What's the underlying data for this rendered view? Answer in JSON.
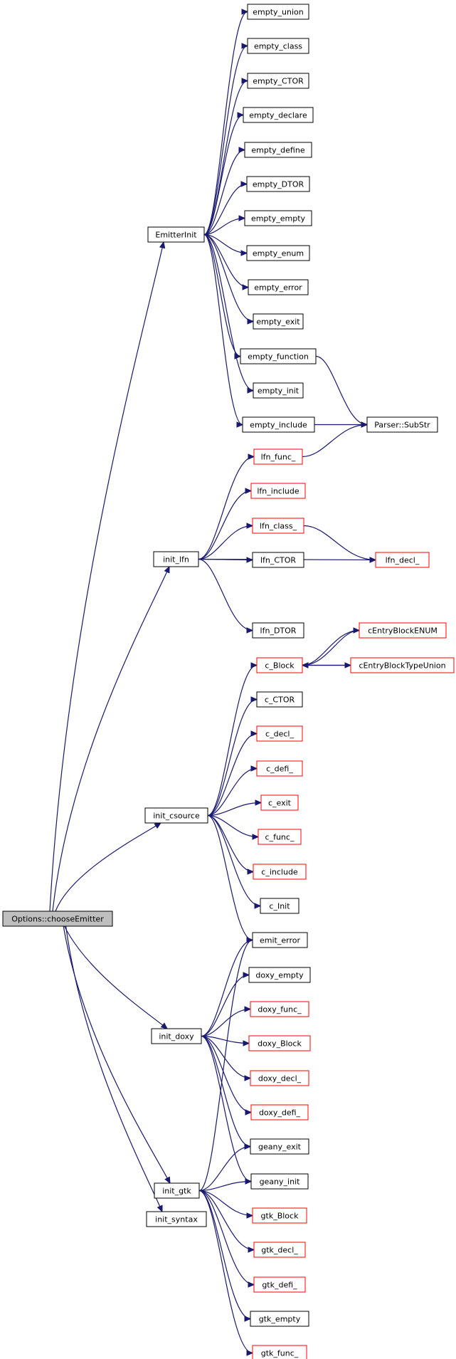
{
  "colors": {
    "edge": "#191970",
    "node_border": "#000000",
    "node_border_undocumented": "#ff0000",
    "root_fill": "#bfbfbf"
  },
  "nodes": {
    "root": "Options::chooseEmitter",
    "emitterinit": "EmitterInit",
    "init_lfn": "init_lfn",
    "init_csource": "init_csource",
    "init_doxy": "init_doxy",
    "init_gtk": "init_gtk",
    "init_syntax": "init_syntax",
    "empty_union": "empty_union",
    "empty_class": "empty_class",
    "empty_ctor": "empty_CTOR",
    "empty_declare": "empty_declare",
    "empty_define": "empty_define",
    "empty_dtor": "empty_DTOR",
    "empty_empty": "empty_empty",
    "empty_enum": "empty_enum",
    "empty_error": "empty_error",
    "empty_exit": "empty_exit",
    "empty_function": "empty_function",
    "empty_init": "empty_init",
    "empty_include": "empty_include",
    "parser_substr": "Parser::SubStr",
    "lfn_func": "lfn_func_",
    "lfn_include": "lfn_include",
    "lfn_class": "lfn_class_",
    "lfn_ctor": "lfn_CTOR",
    "lfn_decl": "lfn_decl_",
    "lfn_dtor": "lfn_DTOR",
    "centryblockenum": "cEntryBlockENUM",
    "c_block": "c_Block",
    "centryblocktypeunion": "cEntryBlockTypeUnion",
    "c_ctor": "c_CTOR",
    "c_decl": "c_decl_",
    "c_defi": "c_defi_",
    "c_exit": "c_exit",
    "c_func": "c_func_",
    "c_include": "c_include",
    "c_init": "c_Init",
    "emit_error": "emit_error",
    "doxy_empty": "doxy_empty",
    "doxy_func": "doxy_func_",
    "doxy_block": "doxy_Block",
    "doxy_decl": "doxy_decl_",
    "doxy_defi": "doxy_defi_",
    "geany_exit": "geany_exit",
    "geany_init": "geany_init",
    "gtk_block": "gtk_Block",
    "gtk_decl": "gtk_decl_",
    "gtk_defi": "gtk_defi_",
    "gtk_empty": "gtk_empty",
    "gtk_func": "gtk_func_"
  }
}
